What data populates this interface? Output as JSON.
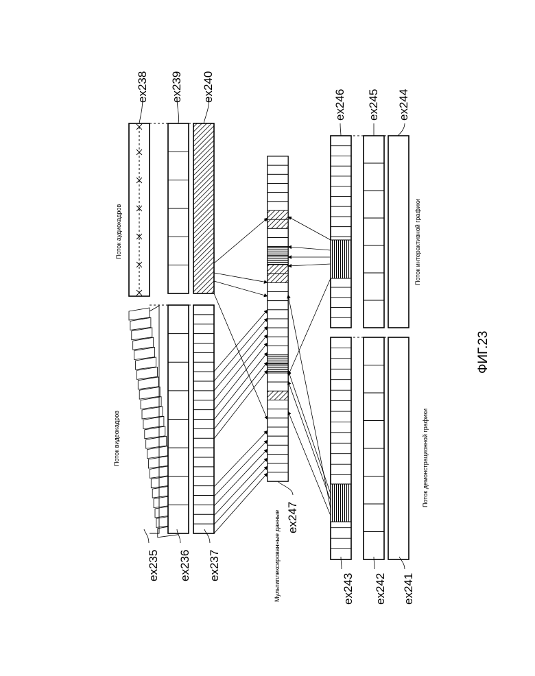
{
  "figure_label": "ФИГ.23",
  "video_stream_caption": "Поток видеокадров",
  "audio_stream_caption": "Поток аудиокадров",
  "multiplexed_caption": "Мультиплексированные данные",
  "presentation_graphics_caption": "Поток демонстрационной графики",
  "interactive_graphics_caption": "Поток интерактивной графики",
  "references": {
    "ex235": "ex235",
    "ex236": "ex236",
    "ex237": "ex237",
    "ex238": "ex238",
    "ex239": "ex239",
    "ex240": "ex240",
    "ex241": "ex241",
    "ex242": "ex242",
    "ex243": "ex243",
    "ex244": "ex244",
    "ex245": "ex245",
    "ex246": "ex246",
    "ex247": "ex247"
  }
}
